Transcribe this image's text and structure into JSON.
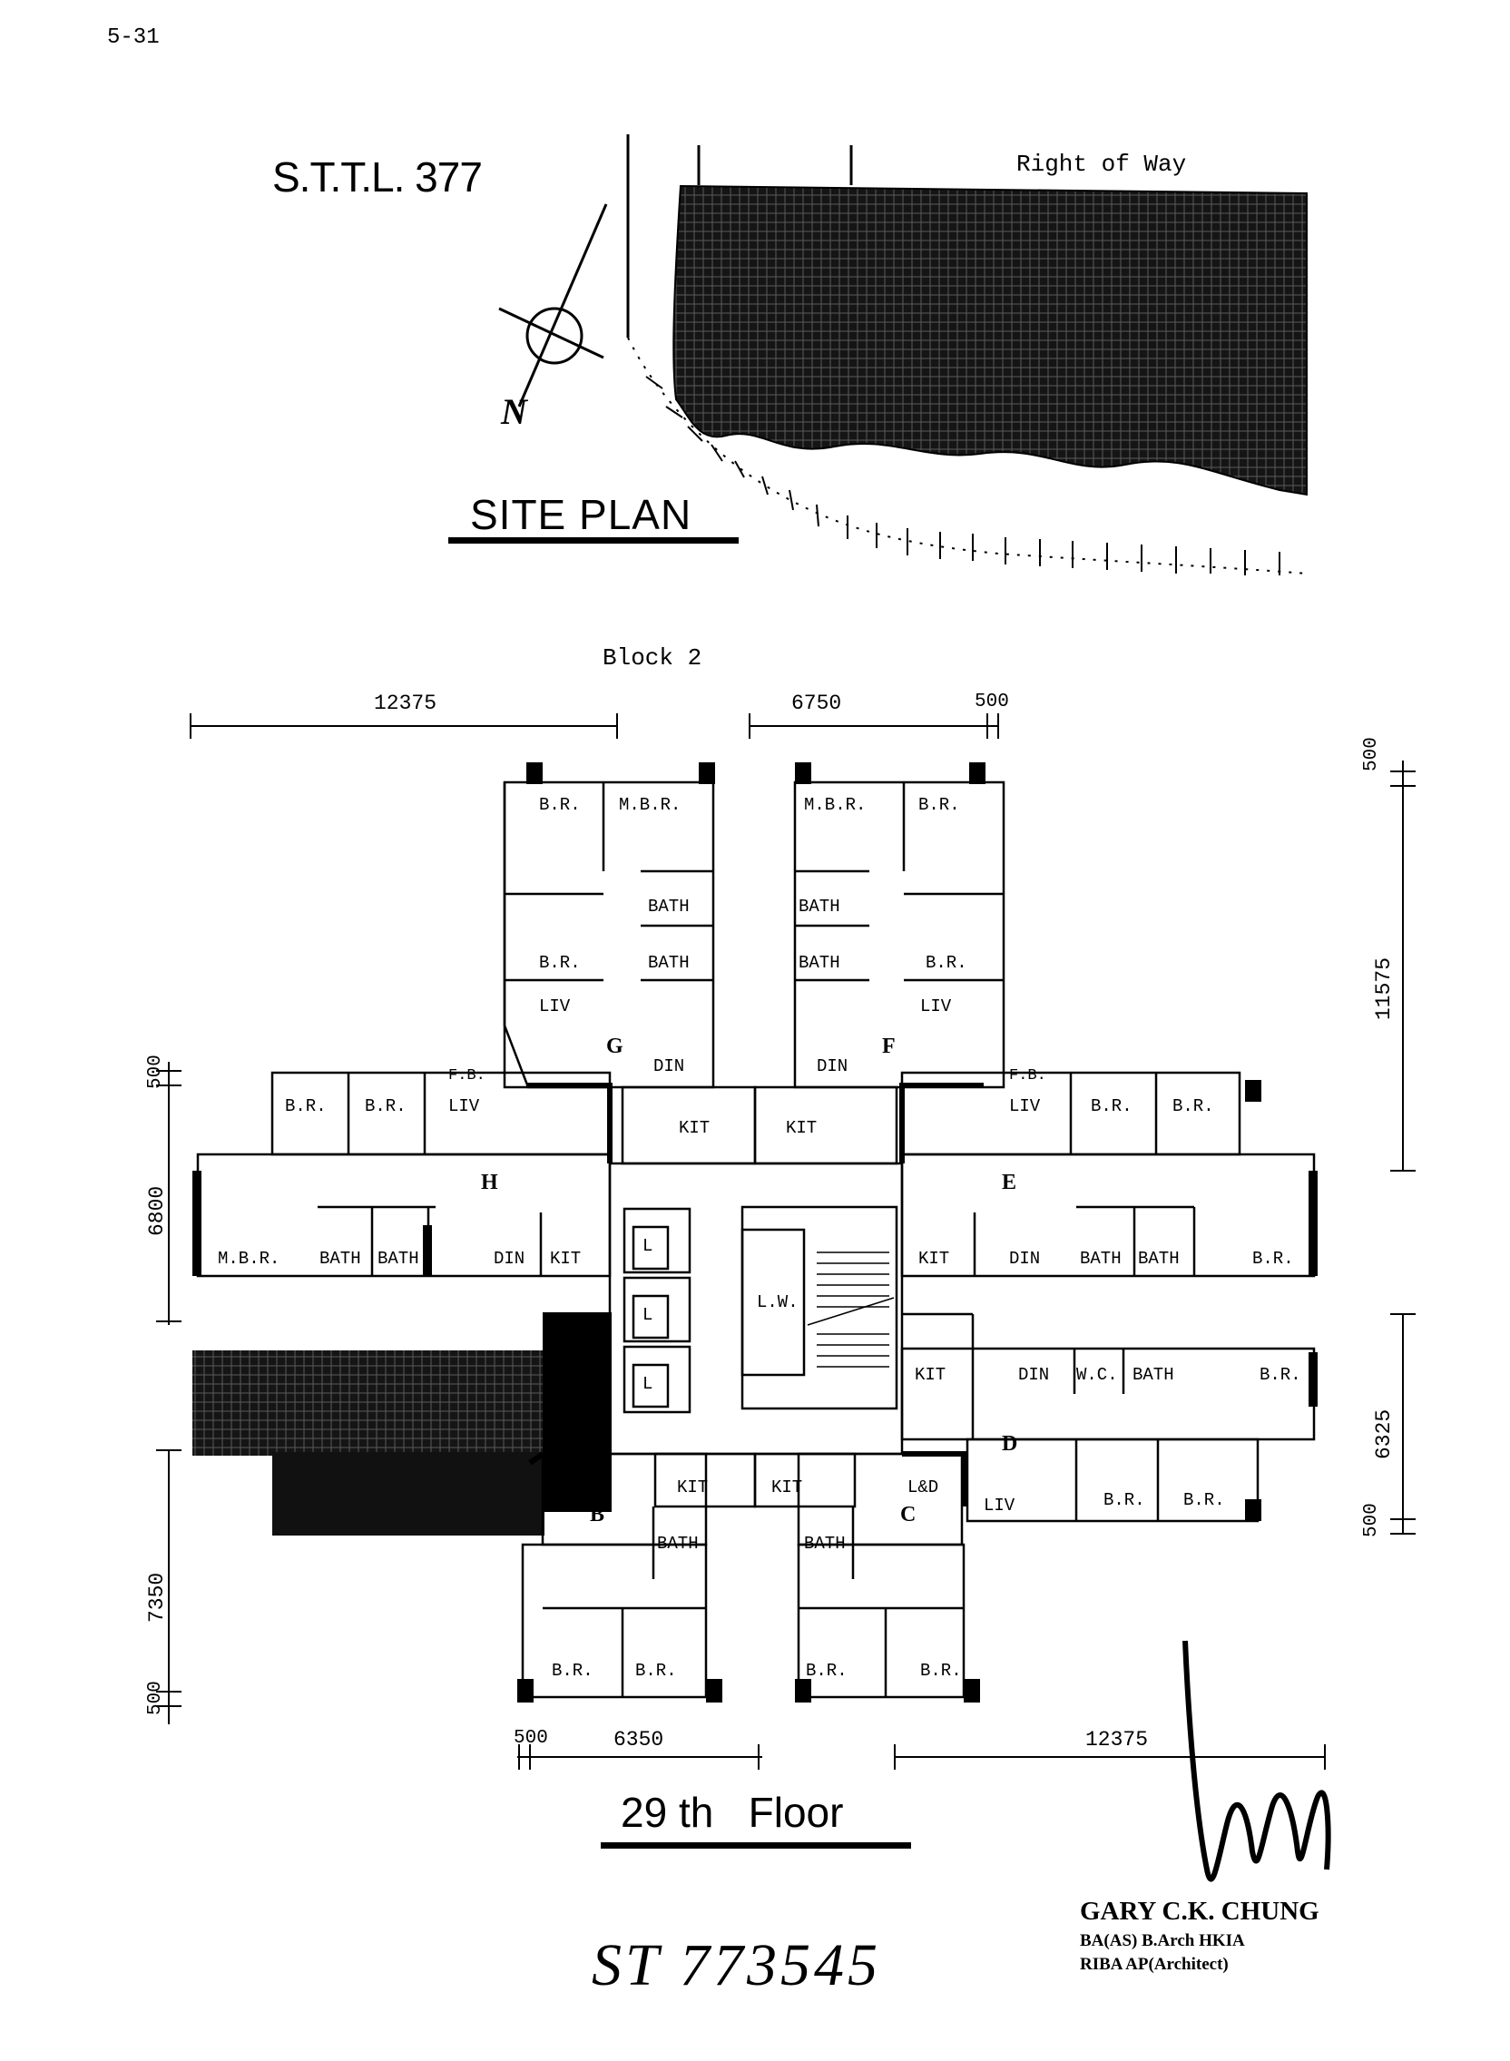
{
  "page_number": "5-31",
  "lot_title": "S.T.T.L. 377",
  "right_of_way": "Right of Way",
  "north_label": "N",
  "site_plan_title": "SITE PLAN",
  "block_label": "Block  2",
  "floor_title": "29 th   Floor",
  "handwritten_ref": "ST 773545",
  "dimensions": {
    "top_left": "12375",
    "top_mid": "6750",
    "top_right": "500",
    "right_top_small": "500",
    "right_upper": "11575",
    "right_lower": "6325",
    "right_bottom_small": "500",
    "left_top_small": "500",
    "left_upper": "6800",
    "left_lower": "7350",
    "left_bottom_small": "500",
    "bottom_small": "500",
    "bottom_mid": "6350",
    "bottom_right": "12375"
  },
  "units": {
    "G": "G",
    "F": "F",
    "H": "H",
    "E": "E",
    "D": "D",
    "B": "B",
    "C": "C"
  },
  "rooms": {
    "br": "B.R.",
    "mbr": "M.B.R.",
    "bath": "BATH",
    "liv": "LIV",
    "din": "DIN",
    "kit": "KIT",
    "fb": "F.B.",
    "lift": "L",
    "lw": "L.W.",
    "wc": "W.C.",
    "ld": "L&D"
  },
  "architect": {
    "name": "GARY C.K. CHUNG",
    "line1": "BA(AS) B.Arch HKIA",
    "line2": "RIBA  AP(Architect)"
  }
}
